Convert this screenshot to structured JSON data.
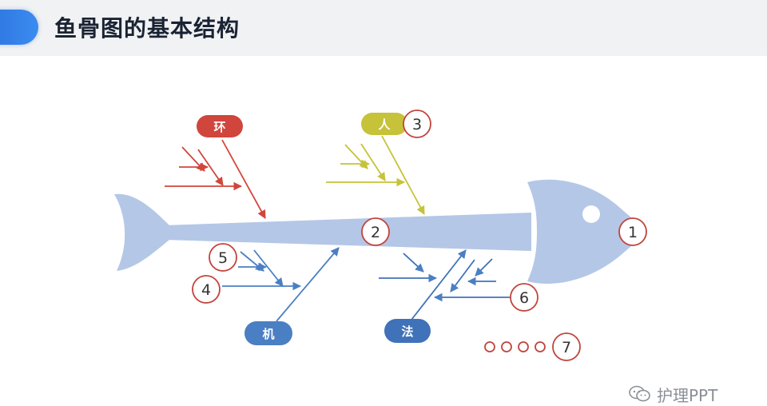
{
  "title": "鱼骨图的基本结构",
  "categories": {
    "environment": "环",
    "people": "人",
    "machine": "机",
    "method": "法"
  },
  "markers": {
    "m1": "1",
    "m2": "2",
    "m3": "3",
    "m4": "4",
    "m5": "5",
    "m6": "6",
    "m7": "7"
  },
  "watermark": "护理PPT",
  "colors": {
    "environment": "#d0463c",
    "people": "#c6c23a",
    "machine": "#4a7fc4",
    "method": "#3f72b8",
    "fish_body": "#b4c7e7",
    "marker": "#c0443c"
  }
}
